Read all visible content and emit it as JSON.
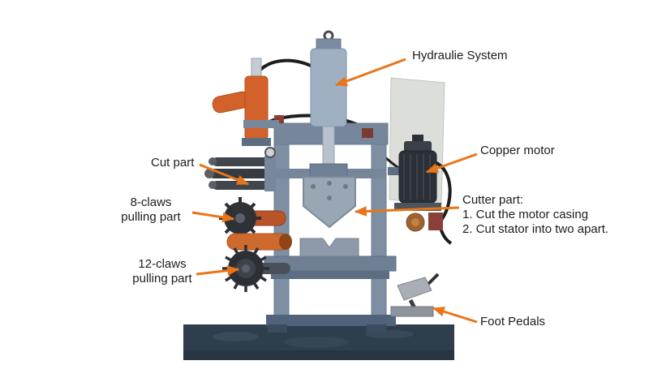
{
  "colors": {
    "arrow": "#e8751a",
    "machine_steel": "#8495aa",
    "machine_orange": "#d2622a",
    "background": "#ffffff"
  },
  "labels": {
    "hydraulic_system": "Hydraulie System",
    "copper_motor": "Copper motor",
    "cut_part": "Cut part",
    "claws_8": "8-claws\npulling part",
    "claws_12": "12-claws\npulling part",
    "cutter_part": "Cutter part:\n1. Cut the motor casing\n2. Cut stator into two apart.",
    "foot_pedals": "Foot Pedals"
  }
}
